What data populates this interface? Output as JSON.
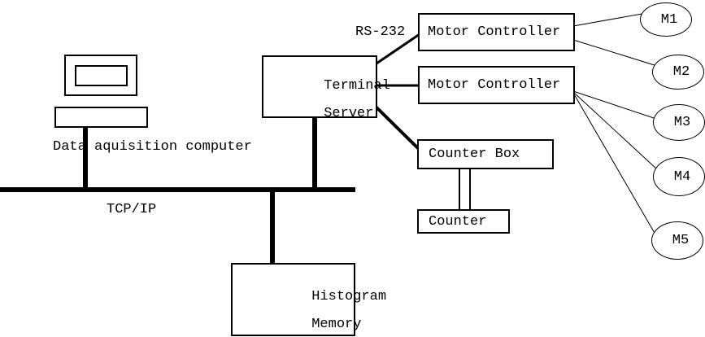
{
  "diagram": {
    "colors": {
      "stroke": "#000000",
      "background": "#ffffff"
    },
    "computer": {
      "label": "Data aquisition computer"
    },
    "network": {
      "bus_label": "TCP/IP",
      "serial_label": "RS-232"
    },
    "terminal_server": {
      "line1": "Terminal",
      "line2": "Server"
    },
    "motor_controller_1": {
      "label": "Motor Controller"
    },
    "motor_controller_2": {
      "label": "Motor Controller"
    },
    "counter_box": {
      "label": "Counter Box"
    },
    "counter": {
      "label": "Counter"
    },
    "histogram_memory": {
      "line1": "Histogram",
      "line2": "Memory"
    },
    "motors": [
      {
        "label": "M1"
      },
      {
        "label": "M2"
      },
      {
        "label": "M3"
      },
      {
        "label": "M4"
      },
      {
        "label": "M5"
      }
    ]
  }
}
